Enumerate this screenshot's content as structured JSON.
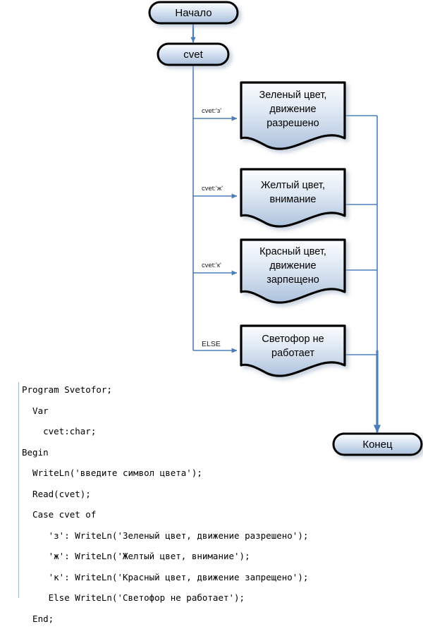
{
  "diagram": {
    "title_note": "Traffic light (Svetofor) case-statement flowchart",
    "colors": {
      "connector": "#4a7ebb",
      "shape_border": "#000000",
      "shape_fill_top": "#f2f7fc",
      "shape_fill_bottom": "#b2c6de",
      "code_rule": "#9fb8d8"
    },
    "start_node": {
      "label": "Начало"
    },
    "input_node": {
      "label": "cvet"
    },
    "end_node": {
      "label": "Конец"
    },
    "branches": [
      {
        "edge_label": "cvet:'з'",
        "output_text": "Зеленый цвет, движение разрешено",
        "output_lines": [
          "Зеленый цвет,",
          "движение",
          "разрешено"
        ]
      },
      {
        "edge_label": "cvet:'ж'",
        "output_text": "Желтый цвет, внимание",
        "output_lines": [
          "Желтый цвет,",
          "внимание"
        ]
      },
      {
        "edge_label": "cvet:'к'",
        "output_text": "Красный цвет, движение зарпещено",
        "output_lines": [
          "Красный цвет,",
          "движение",
          "зарпещено"
        ]
      },
      {
        "edge_label": "ELSE",
        "output_text": "Светофор не работает",
        "output_lines": [
          "Светофор не",
          "работает"
        ]
      }
    ]
  },
  "code": {
    "language": "Pascal",
    "lines": [
      "Program Svetofor;",
      "  Var",
      "    cvet:char;",
      "Begin",
      "  WriteLn('введите символ цвета');",
      "  Read(cvet);",
      "  Case cvet of",
      "     'з': WriteLn('Зеленый цвет, движение разрешено');",
      "     'ж': WriteLn('Желтый цвет, внимание');",
      "     'к': WriteLn('Красный цвет, движение запрещено');",
      "     Else WriteLn('Светофор не работает');",
      "  End;"
    ]
  }
}
